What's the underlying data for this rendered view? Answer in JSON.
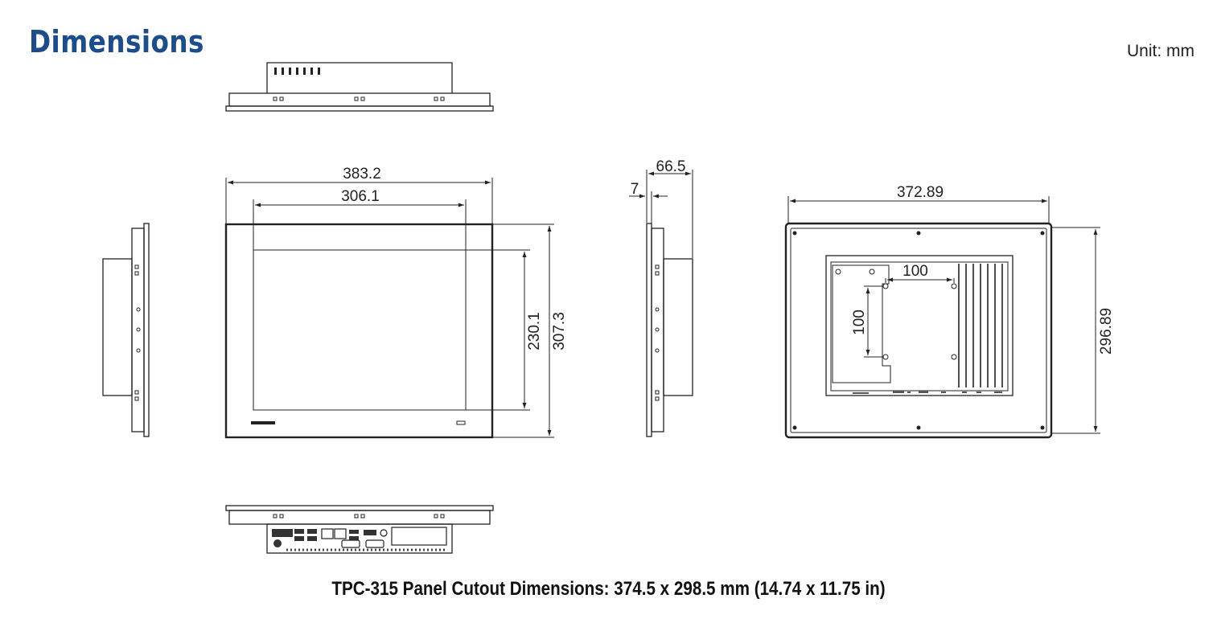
{
  "header": {
    "title": "Dimensions",
    "unit": "Unit: mm"
  },
  "views": {
    "front": {
      "width_label": "383.2",
      "display_width_label": "306.1",
      "height_label": "307.3",
      "display_height_label": "230.1"
    },
    "side": {
      "depth_label": "66.5",
      "bezel_label": "7"
    },
    "rear": {
      "width_label": "372.89",
      "height_label": "296.89",
      "vesa_h_label": "100",
      "vesa_v_label": "100"
    }
  },
  "footer": {
    "caption": "TPC-315 Panel Cutout Dimensions: 374.5 x 298.5 mm (14.74 x 11.75 in)"
  },
  "colors": {
    "title": "#1b4c8c",
    "line": "#222222"
  }
}
